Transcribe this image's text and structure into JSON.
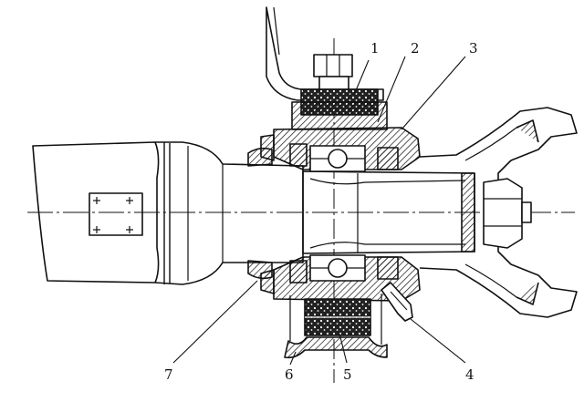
{
  "figure": {
    "callouts": [
      {
        "id": "1",
        "label": "1"
      },
      {
        "id": "2",
        "label": "2"
      },
      {
        "id": "3",
        "label": "3"
      },
      {
        "id": "4",
        "label": "4"
      },
      {
        "id": "5",
        "label": "5"
      },
      {
        "id": "6",
        "label": "6"
      },
      {
        "id": "7",
        "label": "7"
      }
    ],
    "colors": {
      "ink": "#111111",
      "paper": "#ffffff"
    }
  }
}
